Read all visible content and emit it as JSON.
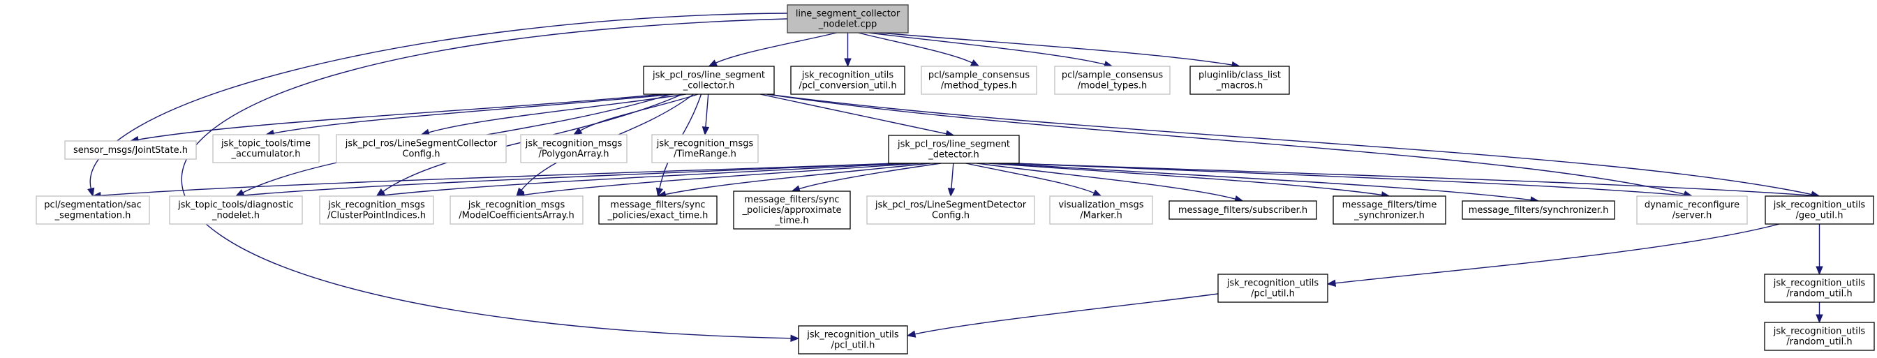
{
  "title": "Include dependency graph for line_segment_collector_nodelet.cpp",
  "colors": {
    "edge": "#191970",
    "root_fill": "#bfbfbf",
    "documented_border": "#000000",
    "external_border": "#bfbfbf"
  },
  "nodes": [
    {
      "id": "root",
      "kind": "root",
      "lines": [
        "line_segment_collector",
        "_nodelet.cpp"
      ]
    },
    {
      "id": "lsc",
      "kind": "doc",
      "lines": [
        "jsk_pcl_ros/line_segment",
        "_collector.h"
      ]
    },
    {
      "id": "pclconv",
      "kind": "doc",
      "lines": [
        "jsk_recognition_utils",
        "/pcl_conversion_util.h"
      ]
    },
    {
      "id": "method",
      "kind": "ext",
      "lines": [
        "pcl/sample_consensus",
        "/method_types.h"
      ]
    },
    {
      "id": "model",
      "kind": "ext",
      "lines": [
        "pcl/sample_consensus",
        "/model_types.h"
      ]
    },
    {
      "id": "plugin",
      "kind": "doc",
      "lines": [
        "pluginlib/class_list",
        "_macros.h"
      ]
    },
    {
      "id": "joint",
      "kind": "ext",
      "lines": [
        "sensor_msgs/JointState.h"
      ]
    },
    {
      "id": "timeacc",
      "kind": "ext",
      "lines": [
        "jsk_topic_tools/time",
        "_accumulator.h"
      ]
    },
    {
      "id": "lscconfig",
      "kind": "ext",
      "lines": [
        "jsk_pcl_ros/LineSegmentCollector",
        "Config.h"
      ]
    },
    {
      "id": "polygon",
      "kind": "ext",
      "lines": [
        "jsk_recognition_msgs",
        "/PolygonArray.h"
      ]
    },
    {
      "id": "timerange",
      "kind": "ext",
      "lines": [
        "jsk_recognition_msgs",
        "/TimeRange.h"
      ]
    },
    {
      "id": "lsd",
      "kind": "doc",
      "lines": [
        "jsk_pcl_ros/line_segment",
        "_detector.h"
      ]
    },
    {
      "id": "sac",
      "kind": "ext",
      "lines": [
        "pcl/segmentation/sac",
        "_segmentation.h"
      ]
    },
    {
      "id": "diag",
      "kind": "ext",
      "lines": [
        "jsk_topic_tools/diagnostic",
        "_nodelet.h"
      ]
    },
    {
      "id": "cluster",
      "kind": "ext",
      "lines": [
        "jsk_recognition_msgs",
        "/ClusterPointIndices.h"
      ]
    },
    {
      "id": "modelcoef",
      "kind": "ext",
      "lines": [
        "jsk_recognition_msgs",
        "/ModelCoefficientsArray.h"
      ]
    },
    {
      "id": "exact",
      "kind": "doc",
      "lines": [
        "message_filters/sync",
        "_policies/exact_time.h"
      ]
    },
    {
      "id": "approx",
      "kind": "doc",
      "lines": [
        "message_filters/sync",
        "_policies/approximate",
        "_time.h"
      ]
    },
    {
      "id": "lsdconfig",
      "kind": "ext",
      "lines": [
        "jsk_pcl_ros/LineSegmentDetector",
        "Config.h"
      ]
    },
    {
      "id": "marker",
      "kind": "ext",
      "lines": [
        "visualization_msgs",
        "/Marker.h"
      ]
    },
    {
      "id": "subscriber",
      "kind": "doc",
      "lines": [
        "message_filters/subscriber.h"
      ]
    },
    {
      "id": "timesync",
      "kind": "doc",
      "lines": [
        "message_filters/time",
        "_synchronizer.h"
      ]
    },
    {
      "id": "sync",
      "kind": "doc",
      "lines": [
        "message_filters/synchronizer.h"
      ]
    },
    {
      "id": "dynserver",
      "kind": "ext",
      "lines": [
        "dynamic_reconfigure",
        "/server.h"
      ]
    },
    {
      "id": "geo",
      "kind": "doc",
      "lines": [
        "jsk_recognition_utils",
        "/geo_util.h"
      ]
    },
    {
      "id": "pclutil_a",
      "kind": "doc",
      "lines": [
        "jsk_recognition_utils",
        "/pcl_util.h"
      ]
    },
    {
      "id": "random_a",
      "kind": "doc",
      "lines": [
        "jsk_recognition_utils",
        "/random_util.h"
      ]
    },
    {
      "id": "pclutil_b",
      "kind": "doc",
      "lines": [
        "jsk_recognition_utils",
        "/pcl_util.h"
      ]
    },
    {
      "id": "random_b",
      "kind": "doc",
      "lines": [
        "jsk_recognition_utils",
        "/random_util.h"
      ]
    }
  ],
  "edges": [
    [
      "root",
      "lsc"
    ],
    [
      "root",
      "pclconv"
    ],
    [
      "root",
      "method"
    ],
    [
      "root",
      "model"
    ],
    [
      "root",
      "plugin"
    ],
    [
      "root",
      "sac"
    ],
    [
      "root",
      "pclutil_b"
    ],
    [
      "lsc",
      "joint"
    ],
    [
      "lsc",
      "timeacc"
    ],
    [
      "lsc",
      "lscconfig"
    ],
    [
      "lsc",
      "polygon"
    ],
    [
      "lsc",
      "timerange"
    ],
    [
      "lsc",
      "lsd"
    ],
    [
      "lsc",
      "diag"
    ],
    [
      "lsc",
      "cluster"
    ],
    [
      "lsc",
      "modelcoef"
    ],
    [
      "lsc",
      "exact"
    ],
    [
      "lsc",
      "dynserver"
    ],
    [
      "lsc",
      "geo"
    ],
    [
      "lsd",
      "sac"
    ],
    [
      "lsd",
      "diag"
    ],
    [
      "lsd",
      "cluster"
    ],
    [
      "lsd",
      "modelcoef"
    ],
    [
      "lsd",
      "exact"
    ],
    [
      "lsd",
      "approx"
    ],
    [
      "lsd",
      "lsdconfig"
    ],
    [
      "lsd",
      "marker"
    ],
    [
      "lsd",
      "subscriber"
    ],
    [
      "lsd",
      "timesync"
    ],
    [
      "lsd",
      "sync"
    ],
    [
      "lsd",
      "dynserver"
    ],
    [
      "lsd",
      "geo"
    ],
    [
      "geo",
      "pclutil_a"
    ],
    [
      "geo",
      "random_a"
    ],
    [
      "random_a",
      "random_b"
    ],
    [
      "pclutil_a",
      "pclutil_b"
    ]
  ]
}
